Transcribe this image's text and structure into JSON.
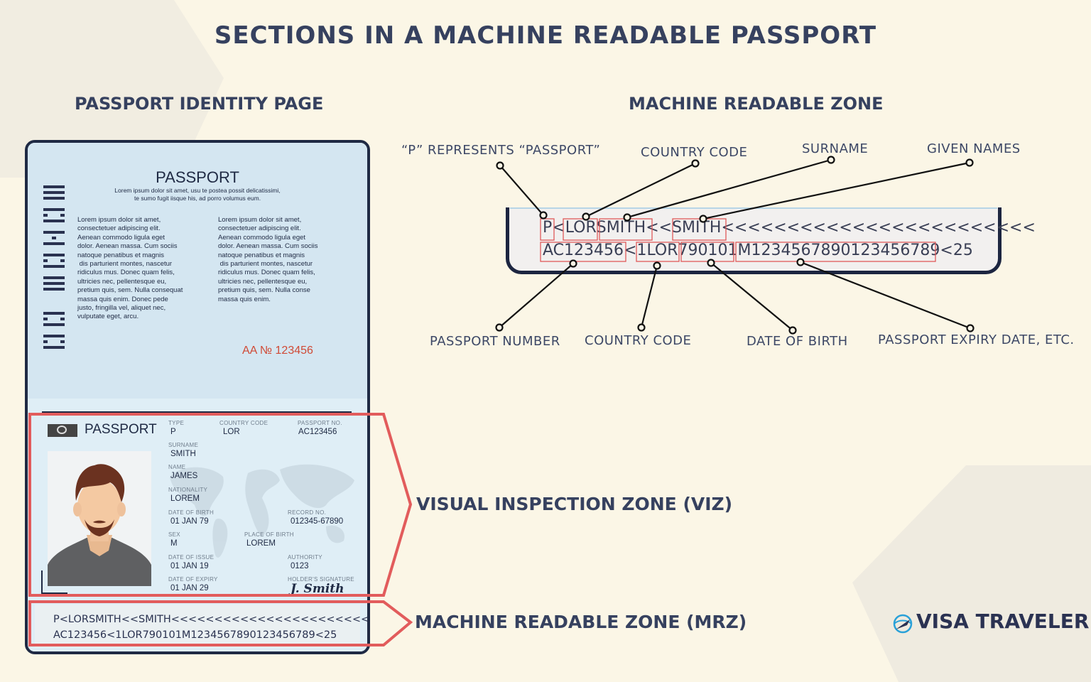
{
  "title": "SECTIONS IN A MACHINE READABLE PASSPORT",
  "left_section_title": "PASSPORT IDENTITY PAGE",
  "right_section_title": "MACHINE READABLE ZONE",
  "passport": {
    "header": "PASSPORT",
    "subtitle": "Lorem ipsum dolor sit amet, usu te postea possit delicatissimi,\nte sumo fugit iisque his, ad porro volumus eum.",
    "col1": "Lorem ipsum dolor sit amet,\nconsectetuer adipiscing elit.\nAenean commodo ligula eget\ndolor. Aenean massa. Cum sociis\nnatoque penatibus et magnis\n dis parturient montes, nascetur\nridiculus mus. Donec quam felis,\nultricies nec, pellentesque eu,\npretium quis, sem. Nulla consequat\nmassa quis enim. Donec pede\njusto, fringilla vel, aliquet nec,\nvulputate eget, arcu.",
    "col2": "Lorem ipsum dolor sit amet,\nconsectetuer adipiscing elit.\nAenean commodo ligula eget\ndolor. Aenean massa. Cum sociis\nnatoque penatibus et magnis\n dis parturient montes, nascetur\nridiculus mus. Donec quam felis,\nultricies nec, pellentesque eu,\npretium quis, sem. Nulla conse\nmassa quis enim.",
    "serial": "AA № 123456",
    "data_page_header": "PASSPORT",
    "fields": {
      "type_label": "TYPE",
      "type": "P",
      "country_code_label": "COUNTRY CODE",
      "country_code": "LOR",
      "passport_no_label": "PASSPORT NO.",
      "passport_no": "AC123456",
      "surname_label": "SURNAME",
      "surname": "SMITH",
      "name_label": "NAME",
      "name": "JAMES",
      "nationality_label": "NATIONALITY",
      "nationality": "LOREM",
      "dob_label": "DATE OF BIRTH",
      "dob": "01 JAN 79",
      "record_no_label": "RECORD NO.",
      "record_no": "012345-67890",
      "sex_label": "SEX",
      "sex": "M",
      "pob_label": "PLACE OF BIRTH",
      "pob": "LOREM",
      "issue_label": "DATE OF ISSUE",
      "issue": "01 JAN 19",
      "authority_label": "AUTHORITY",
      "authority": "0123",
      "expiry_label": "DATE OF EXPIRY",
      "expiry": "01 JAN 29",
      "signature_label": "HOLDER'S SIGNATURE",
      "signature": "J. Smith"
    },
    "mrz_line1": "P<LORSMITH<<SMITH<<<<<<<<<<<<<<<<<<<<<<<<",
    "mrz_line2": "AC123456<1LOR790101M1234567890123456789<25"
  },
  "mrz_zoom": {
    "line1": "P<LORSMITH<<SMITH<<<<<<<<<<<<<<<<<<<<<<<<",
    "line2": "AC123456<1LOR790101M1234567890123456789<25"
  },
  "callouts": {
    "p_represents": "“P” REPRESENTS “PASSPORT”",
    "country_code_top": "COUNTRY CODE",
    "surname": "SURNAME",
    "given_names": "GIVEN NAMES",
    "passport_number": "PASSPORT NUMBER",
    "country_code_bottom": "COUNTRY CODE",
    "date_of_birth": "DATE OF BIRTH",
    "expiry": "PASSPORT EXPIRY DATE, ETC."
  },
  "zones": {
    "viz": "VISUAL INSPECTION ZONE (VIZ)",
    "mrz": "MACHINE READABLE ZONE (MRZ)"
  },
  "brand": "VISA TRAVELER",
  "colors": {
    "background": "#fbf6e6",
    "text": "#36415f",
    "highlight": "#e05a5a",
    "passport": "#dcebf3"
  }
}
